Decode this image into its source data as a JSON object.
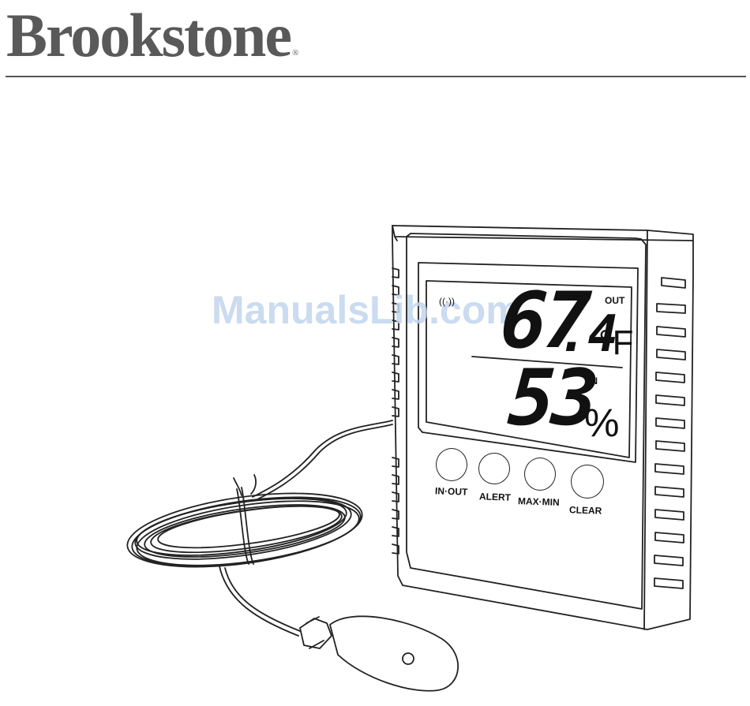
{
  "header": {
    "brand": "Brookstone",
    "registered_mark": "®"
  },
  "watermark": {
    "text": "ManualsLib.com"
  },
  "device": {
    "display": {
      "signal_symbol": "((·))",
      "out_label": "OUT",
      "temperature_whole": "67",
      "temperature_decimal": ".4",
      "temperature_unit": "°F",
      "in_label": "IN",
      "humidity": "53",
      "humidity_unit": "%"
    },
    "buttons": [
      {
        "label": "IN·OUT"
      },
      {
        "label": "ALERT"
      },
      {
        "label": "MAX·MIN"
      },
      {
        "label": "CLEAR"
      }
    ]
  },
  "colors": {
    "brand": "#595959",
    "watermark": "#c2d5ee",
    "line_art": "#222222"
  }
}
